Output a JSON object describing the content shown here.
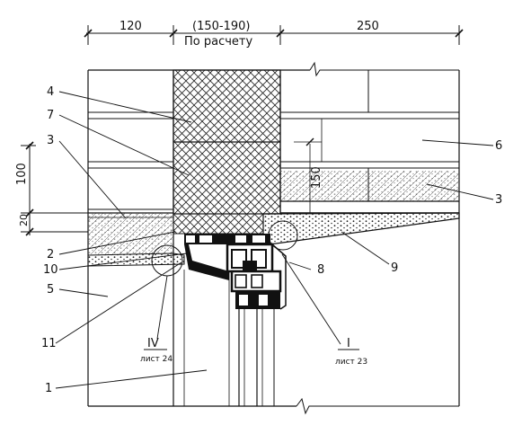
{
  "dimensions": {
    "d120": "120",
    "d150_190": "(150-190)",
    "po_raschetu": "По расчету",
    "d250": "250",
    "d100": "100",
    "d20": "20",
    "d150": "150"
  },
  "callouts": {
    "c1": "1",
    "c2": "2",
    "c3_left": "3",
    "c3_right": "3",
    "c4": "4",
    "c5": "5",
    "c6": "6",
    "c7": "7",
    "c8": "8",
    "c9": "9",
    "c10": "10",
    "c11": "11"
  },
  "references": {
    "iv_num": "IV",
    "iv_sheet": "лист 24",
    "i_num": "I",
    "i_sheet": "лист 23"
  }
}
